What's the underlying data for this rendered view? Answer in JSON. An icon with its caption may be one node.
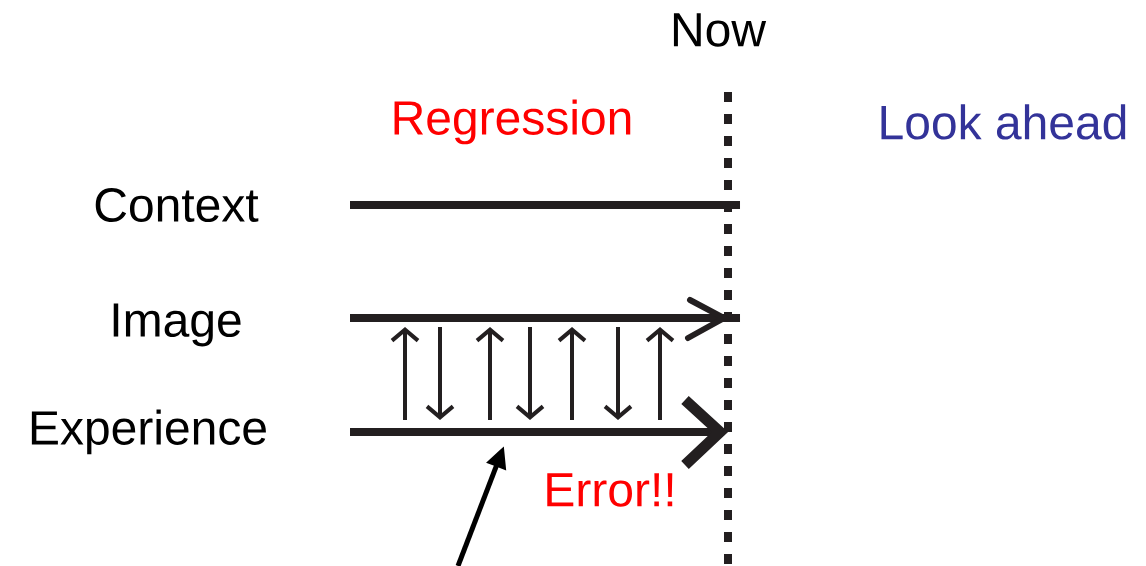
{
  "diagram": {
    "labels": [
      "Now",
      "Regression",
      "Look ahead",
      "Context",
      "Image",
      "Experience",
      "Error!!"
    ]
  }
}
